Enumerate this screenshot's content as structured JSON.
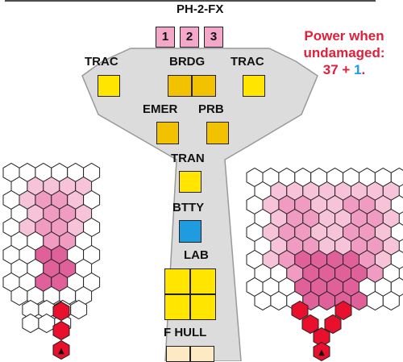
{
  "phasers": {
    "title": "PH-2-FX",
    "arcs": [
      "1",
      "2",
      "3"
    ]
  },
  "systems": {
    "trac_left": "TRAC",
    "bridge": "BRDG",
    "trac_right": "TRAC",
    "emergency": "EMER",
    "probe": "PRB",
    "transporter": "TRAN",
    "battery": "BTTY",
    "lab": "LAB",
    "forward_hull": "F HULL"
  },
  "power_note": {
    "line1": "Power when",
    "line2": "undamaged:",
    "warp_value": "37",
    "plus": "+",
    "impulse_value": "1",
    "suffix": "."
  },
  "colors": {
    "hull": "#dcdcdc",
    "hull_outline": "#999999",
    "system_box": "#ffe500",
    "bridge_box": "#f2c200",
    "battery_box": "#1f9be0",
    "hull_box": "#fde9c4",
    "phaser_box": "#f3a7c9",
    "nacelle_light_pink": "#f7c3d8",
    "nacelle_pink": "#ef9bc2",
    "nacelle_deep_pink": "#e0609a",
    "nacelle_red": "#e8102c",
    "text_red": "#e0203a",
    "text_blue": "#1f9be0"
  },
  "nacelles": {
    "icon": "engine-icon"
  }
}
